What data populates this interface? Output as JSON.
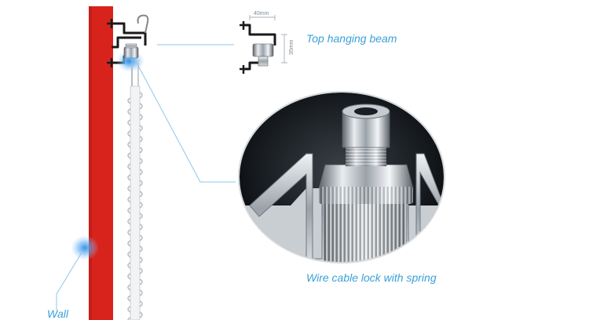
{
  "labels": {
    "top_beam": "Top hanging beam",
    "cable_lock": "Wire cable lock with spring",
    "wall": "Wall"
  },
  "dimensions": {
    "width": "40mm",
    "height": "35mm"
  },
  "colors": {
    "wall": "#d8231c",
    "label": "#3aa0d8",
    "leader": "#8fc7e8",
    "highlight": "#2f8fe0",
    "metal": "#9aa3ab"
  }
}
